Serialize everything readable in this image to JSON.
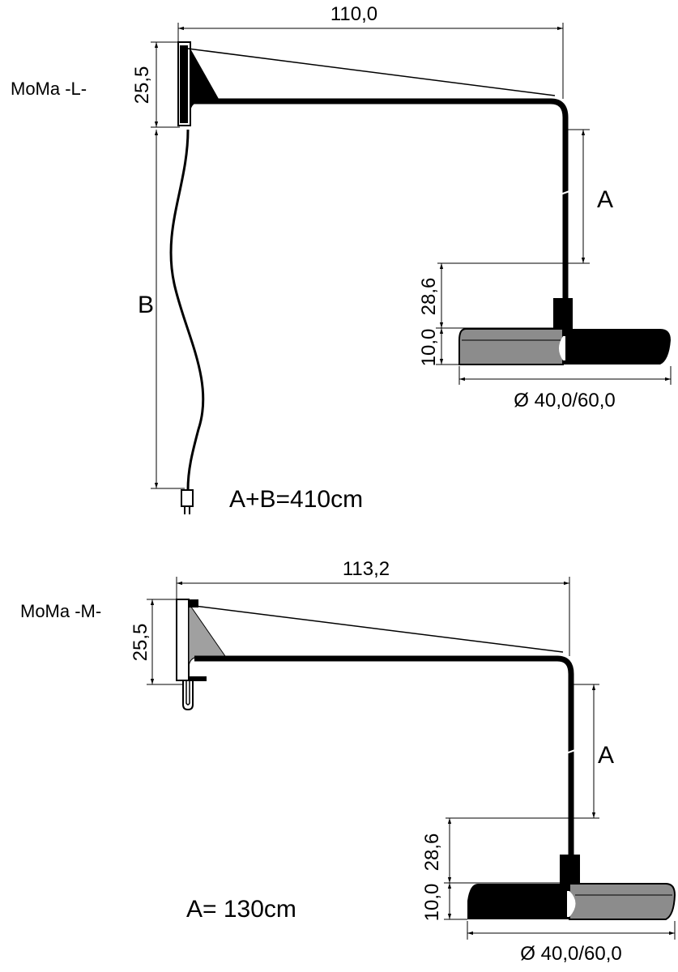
{
  "lamp_large": {
    "name": "MoMa -L-",
    "width_dim": "110,0",
    "plate_height_dim": "25,5",
    "rod_label": "A",
    "cable_label": "B",
    "socket_dim": "28,6",
    "shade_height_dim": "10,0",
    "diameter_dim": "Ø 40,0/60,0",
    "note": "A+B=410cm"
  },
  "lamp_medium": {
    "name": "MoMa -M-",
    "width_dim": "113,2",
    "plate_height_dim": "25,5",
    "rod_label": "A",
    "socket_dim": "28,6",
    "shade_height_dim": "10,0",
    "diameter_dim": "Ø 40,0/60,0",
    "note": "A= 130cm"
  },
  "colors": {
    "ink": "#000000",
    "shade_gray": "#8c8c8c",
    "plate_gray": "#a0a0a0"
  }
}
